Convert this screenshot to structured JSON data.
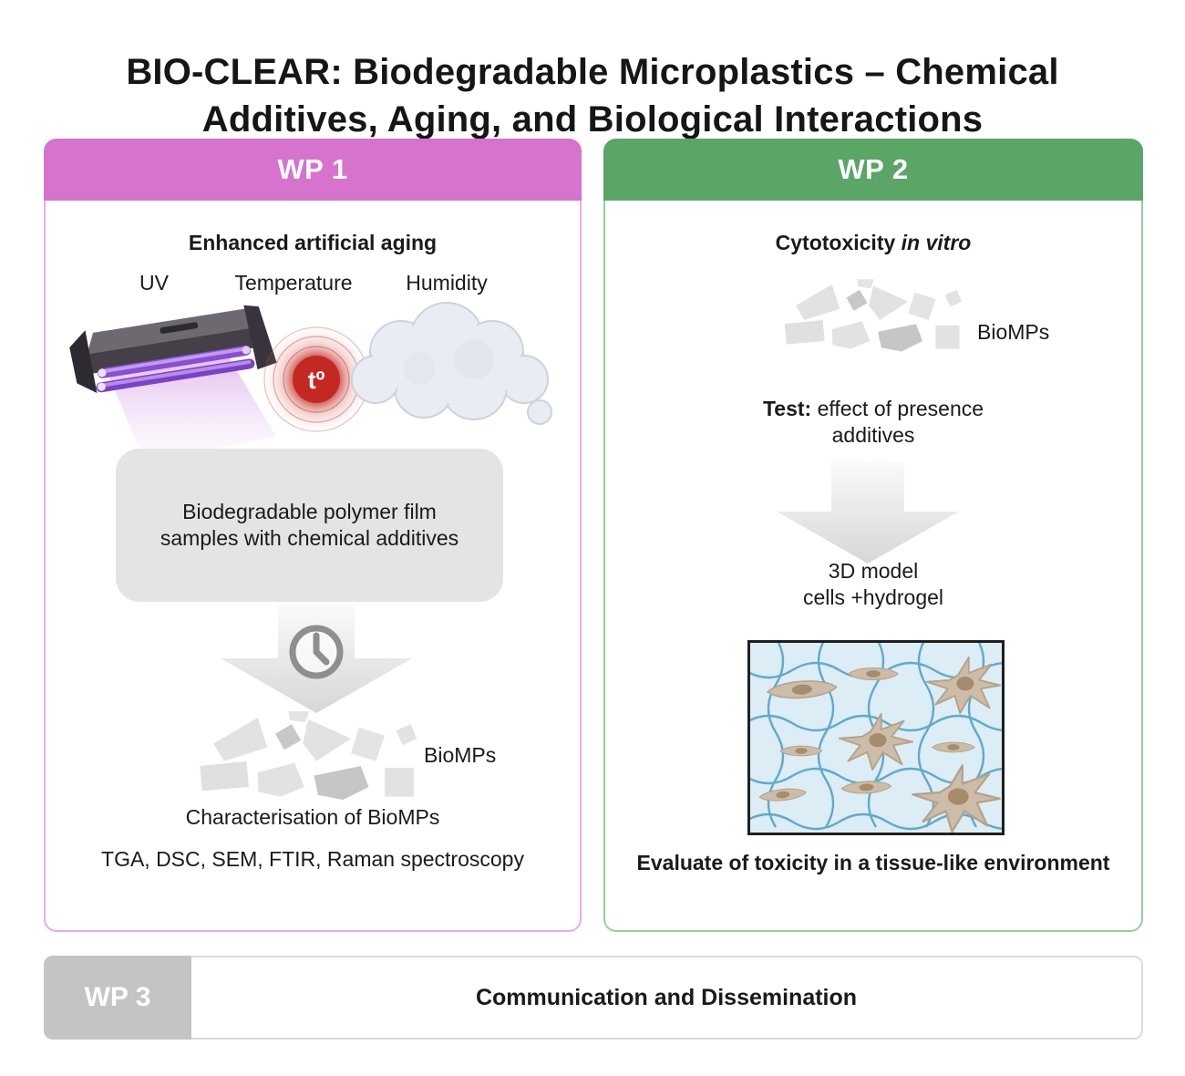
{
  "title": "BIO-CLEAR: Biodegradable Microplastics – Chemical Additives, Aging, and Biological Interactions",
  "colors": {
    "wp1_header": "#d673cd",
    "wp1_border": "#efaae3",
    "wp2_header": "#5ba567",
    "wp2_border": "#97cd9f",
    "wp3_label_bg": "#c4c4c4",
    "gray_box_bg": "#e4e4e6",
    "temperature_red": "#c42823",
    "uv_purple": "#8a4ed2",
    "hydrogel_blue": "#4c9fc4",
    "cell_tan": "#cdbca7"
  },
  "wp1": {
    "header": "WP 1",
    "section_title": "Enhanced artificial aging",
    "factors": [
      "UV",
      "Temperature",
      "Humidity"
    ],
    "temp_symbol": "tº",
    "box_text": "Biodegradable polymer film samples with chemical additives",
    "biomps_label": "BioMPs",
    "characterisation": "Characterisation of BioMPs",
    "methods": "TGA, DSC, SEM, FTIR, Raman spectroscopy"
  },
  "wp2": {
    "header": "WP 2",
    "section_title_main": "Cytotoxicity ",
    "section_title_italic": "in vitro",
    "biomps_label": "BioMPs",
    "test_bold": "Test:",
    "test_rest": " effect of presence additives",
    "model_line1": "3D model",
    "model_line2": "cells +hydrogel",
    "evaluate": "Evaluate of toxicity in a tissue-like environment"
  },
  "wp3": {
    "label": "WP 3",
    "text": "Communication and Dissemination"
  }
}
